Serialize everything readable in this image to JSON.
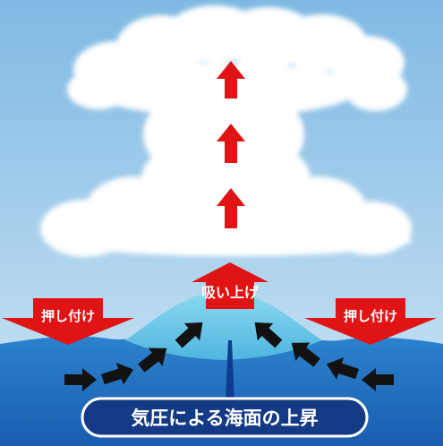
{
  "labels": {
    "suction": "吸い上げ",
    "push_left": "押し付け",
    "push_right": "押し付け",
    "caption": "気圧による海面の上昇"
  },
  "colors": {
    "sky_top": "#8ec3e6",
    "sky_bottom": "#c9e3f4",
    "cloud": "#ffffff",
    "sea_deep": "#1f5fb2",
    "sea_mid": "#2f86cf",
    "sea_swell": "#6ec8e8",
    "arrow_red": "#e01414",
    "arrow_black": "#121212",
    "caption_bg": "#143a86",
    "center_line": "#0f3c8e"
  },
  "icons": {
    "up_arrow": "red-up-arrow-icon",
    "push_arrow": "red-down-arrow-icon",
    "inflow_arrow": "black-inflow-arrow-icon"
  }
}
